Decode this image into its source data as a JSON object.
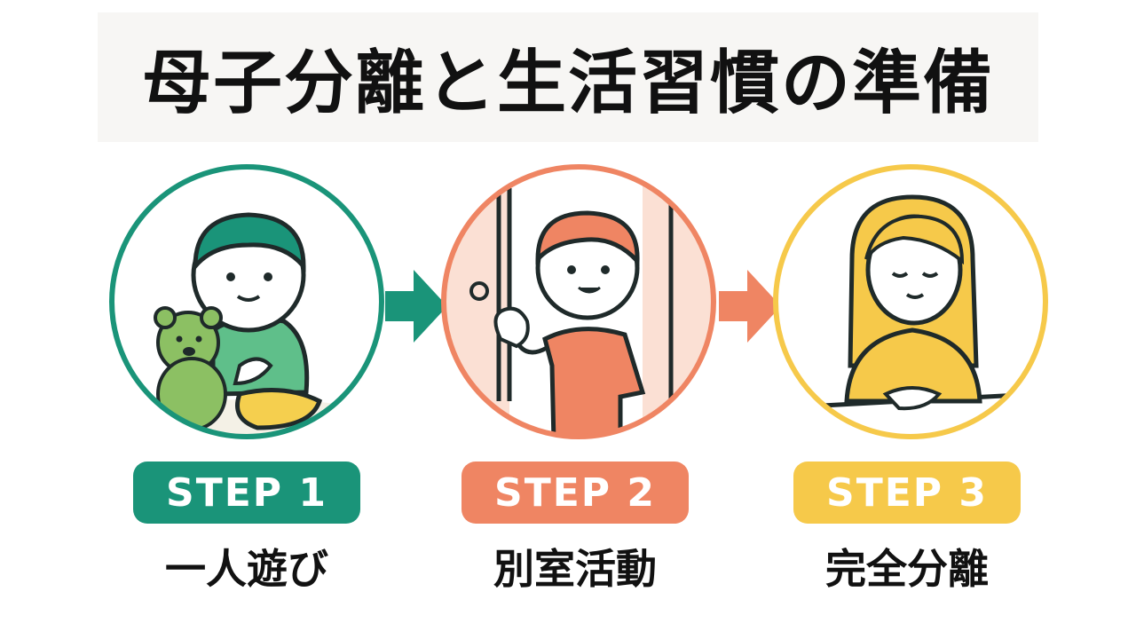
{
  "title": "母子分離と生活習慣の準備",
  "colors": {
    "step1": "#1a9479",
    "step2": "#ef8563",
    "step3": "#f6c94a",
    "ink": "#111111",
    "title_bg": "#f7f6f4"
  },
  "steps": [
    {
      "badge": "STEP 1",
      "label": "一人遊び",
      "illustration": "child-with-teddy-bear"
    },
    {
      "badge": "STEP 2",
      "label": "別室活動",
      "illustration": "child-waving-at-door"
    },
    {
      "badge": "STEP 3",
      "label": "完全分離",
      "illustration": "child-sitting-calmly"
    }
  ],
  "arrow_icons": [
    "arrow-right-icon",
    "arrow-right-icon"
  ]
}
